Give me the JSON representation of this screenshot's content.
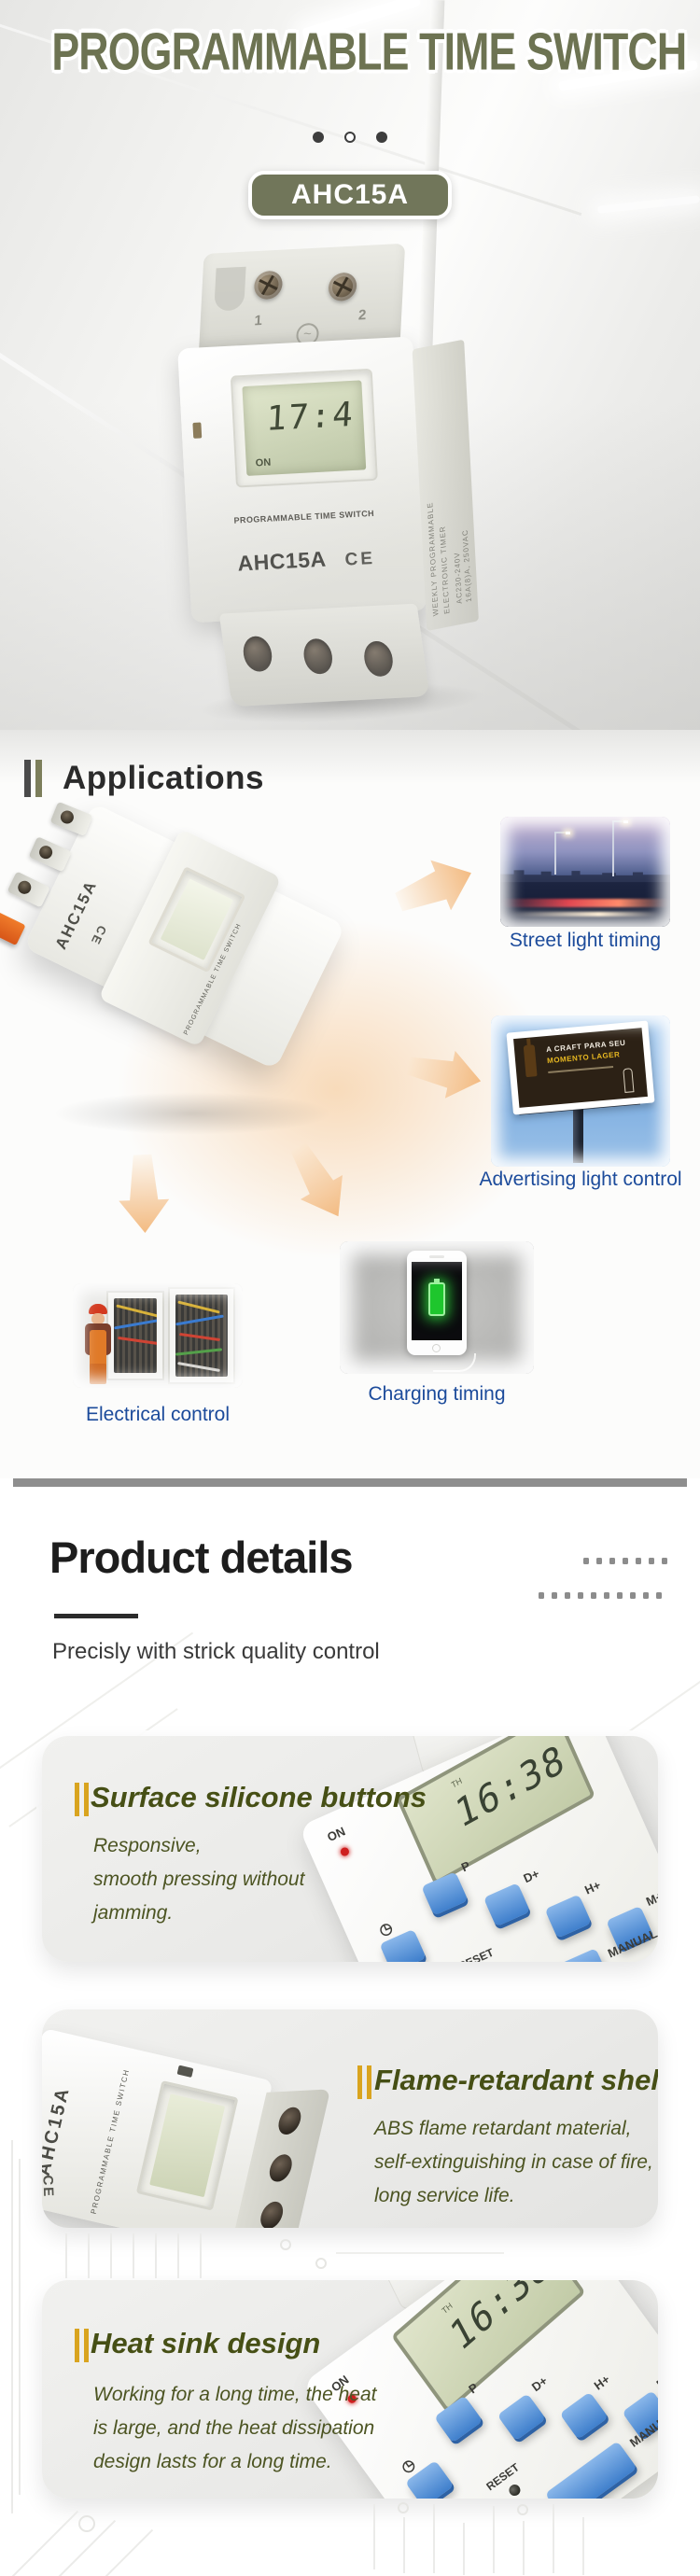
{
  "hero": {
    "title": "PROGRAMMABLE TIME SWITCH",
    "badge": "AHC15A",
    "device": {
      "brand_label": "PROGRAMMABLE TIME SWITCH",
      "model": "AHC15A",
      "ce_mark": "CE",
      "lcd_time": "17:4",
      "lcd_on": "ON",
      "terminal_left": "1",
      "terminal_right": "2",
      "sine_mark": "~",
      "side_line1": "WEEKLY PROGRAMMABLE",
      "side_line2": "ELECTRONIC TIMER",
      "side_line3": "AC230-240V",
      "side_line4": "16A(8)A, 250VAC"
    }
  },
  "applications": {
    "heading": "Applications",
    "captions": {
      "street": "Street light timing",
      "advertising": "Advertising light control",
      "electrical": "Electrical control",
      "charging": "Charging timing"
    },
    "billboard": {
      "line1": "A CRAFT PARA SEU",
      "line2": "MOMENTO LAGER"
    },
    "device_model": "AHC15A",
    "device_ce": "CE",
    "device_label": "PROGRAMMABLE TIME SWITCH"
  },
  "details": {
    "heading": "Product details",
    "subheading": "Precisly with strick quality control",
    "cards": [
      {
        "title": "Surface silicone buttons",
        "line1": "Responsive,",
        "line2": "smooth pressing without",
        "line3": "jamming."
      },
      {
        "title": "Flame-retardant shell",
        "line1": "ABS flame retardant material,",
        "line2": "self-extinguishing in case of fire,",
        "line3": "long service life."
      },
      {
        "title": "Heat sink design",
        "line1": "Working for a long time, the heat",
        "line2": "is large, and the heat dissipation",
        "line3": "design lasts for a long time."
      }
    ]
  },
  "panel": {
    "on": "ON",
    "lcd_time": "16:38",
    "lcd_day": "TH",
    "btn_p": "P",
    "btn_d": "D+",
    "btn_h": "H+",
    "btn_m": "M+",
    "reset": "RESET",
    "manual": "MANUAL",
    "clock": "◷"
  },
  "colors": {
    "accent_olive": "#71765a",
    "title_olive": "#6d7352",
    "caption_blue": "#1c4b9b",
    "gold_bar": "#d9a41f",
    "card_heading_olive": "#464f15",
    "arrow_peach": "#f3bb82",
    "button_blue": "#3f7fcc",
    "divider_gray": "#8e8e8e"
  }
}
